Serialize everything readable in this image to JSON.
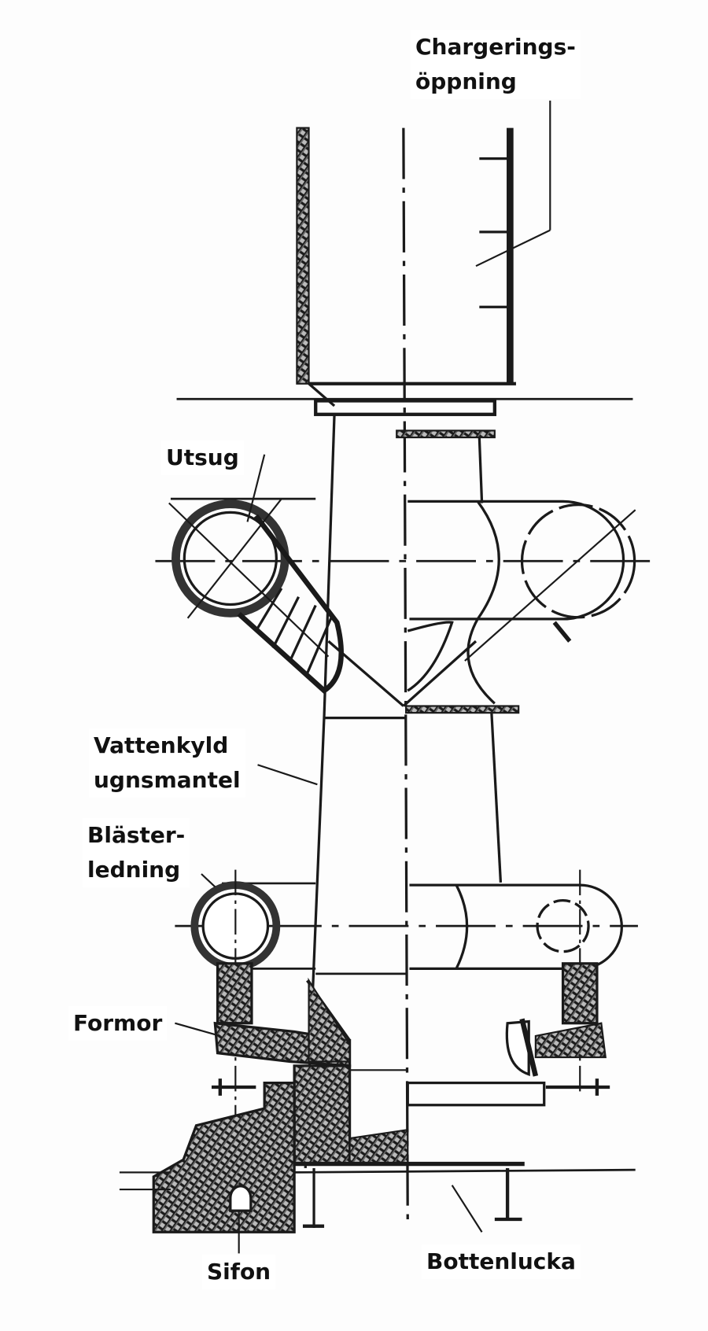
{
  "labels": {
    "charging_opening_line1": "Chargerings-",
    "charging_opening_line2": "öppning",
    "exhaust": "Utsug",
    "water_cooled_line1": "Vattenkyld",
    "water_cooled_line2": "ugnsmantel",
    "blast_line1": "Bläster-",
    "blast_line2": "ledning",
    "tuyeres": "Formor",
    "siphon": "Sifon",
    "bottom_hatch": "Bottenlucka"
  },
  "colors": {
    "ink": "#1a1a1a",
    "hatch": "#8a8a8a",
    "background": "#fdfdfd"
  }
}
